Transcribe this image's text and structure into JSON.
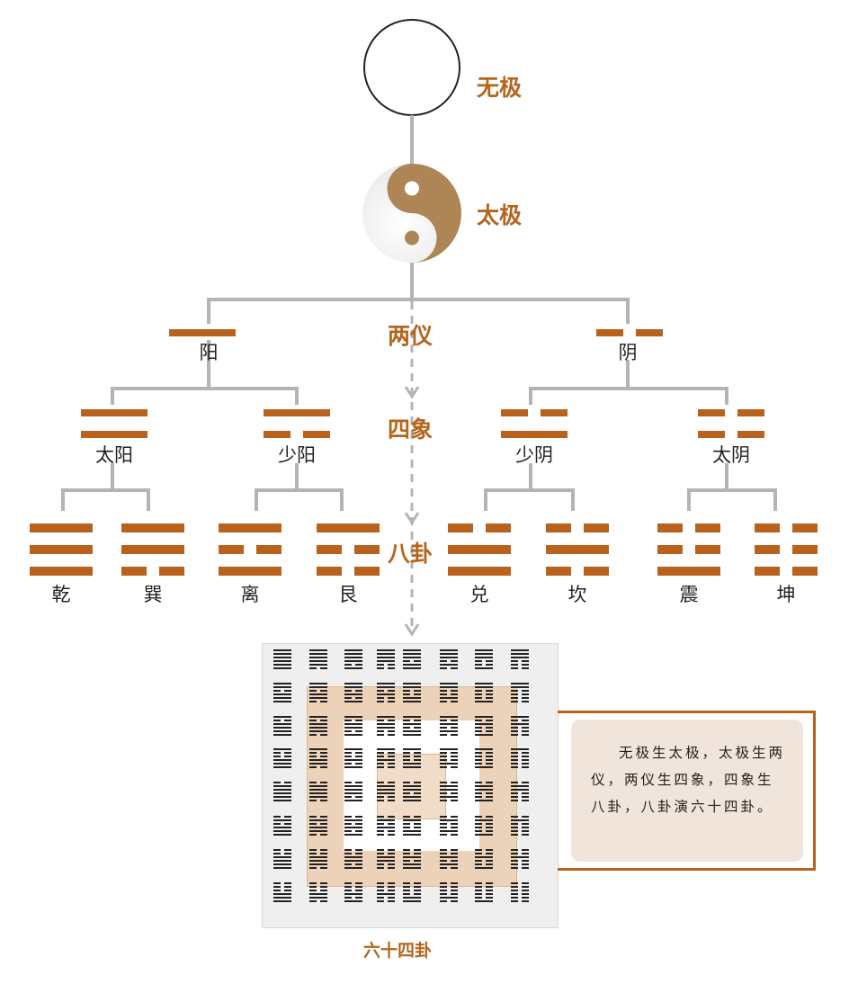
{
  "levels": {
    "wuji": "无极",
    "taiji": "太极",
    "liangyi": "两仪",
    "sixiang": "四象",
    "bagua": "八卦",
    "liushisi": "六十四卦"
  },
  "liangyi": [
    {
      "name": "阳",
      "lines": "1"
    },
    {
      "name": "阴",
      "lines": "0"
    }
  ],
  "sixiang": [
    {
      "name": "太阳",
      "lines": "11"
    },
    {
      "name": "少阳",
      "lines": "10"
    },
    {
      "name": "少阴",
      "lines": "01"
    },
    {
      "name": "太阴",
      "lines": "00"
    }
  ],
  "bagua": [
    {
      "name": "乾",
      "lines": "111"
    },
    {
      "name": "巽",
      "lines": "110"
    },
    {
      "name": "离",
      "lines": "101"
    },
    {
      "name": "艮",
      "lines": "100"
    },
    {
      "name": "兑",
      "lines": "011"
    },
    {
      "name": "坎",
      "lines": "010"
    },
    {
      "name": "震",
      "lines": "001"
    },
    {
      "name": "坤",
      "lines": "000"
    }
  ],
  "note": "无极生太极，太极生两仪，两仪生四象，四象生八卦，八卦演六十四卦。",
  "colors": {
    "accent": "#b8621e",
    "label": "#b5651d",
    "connector": "#b4b4b4",
    "taiji": "#ae8656",
    "band": "#ecd2b8",
    "grid_bg": "#efefef",
    "note_bg": "#f1e5db"
  }
}
